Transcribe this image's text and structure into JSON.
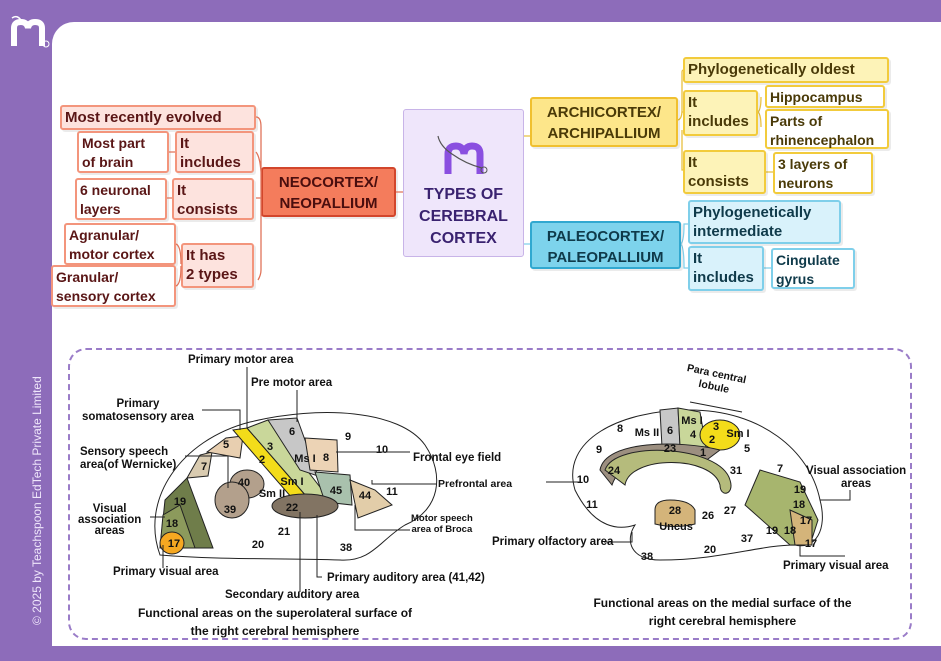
{
  "copyright": "© 2025 by Teachspoon EdTech Private Limited",
  "brand_logo": "m",
  "center": {
    "title_lines": [
      "TYPES OF",
      "CEREBRAL",
      "CORTEX"
    ]
  },
  "neocortex": {
    "title_lines": [
      "NEOCORTEX/",
      "NEOPALLIUM"
    ],
    "color": "#f47c5c",
    "items": {
      "evolved": "Most recently evolved",
      "includes": [
        "It",
        "includes"
      ],
      "includes_value": [
        "Most part",
        "of brain"
      ],
      "consists": [
        "It",
        "consists"
      ],
      "consists_value": [
        "6 neuronal",
        "layers"
      ],
      "types": [
        "It has",
        "2 types"
      ],
      "type1": [
        "Agranular/",
        "motor cortex"
      ],
      "type2": [
        "Granular/",
        "sensory cortex"
      ]
    }
  },
  "archicortex": {
    "title_lines": [
      "ARCHICORTEX/",
      "ARCHIPALLIUM"
    ],
    "color": "#fde68a",
    "items": {
      "oldest": "Phylogenetically oldest",
      "includes": [
        "It",
        "includes"
      ],
      "inc1": "Hippocampus",
      "inc2": [
        "Parts of",
        "rhinencephalon"
      ],
      "consists": [
        "It",
        "consists"
      ],
      "consists_value": [
        "3 layers of",
        "neurons"
      ]
    }
  },
  "paleocortex": {
    "title_lines": [
      "PALEOCORTEX/",
      "PALEOPALLIUM"
    ],
    "color": "#7dd3ec",
    "items": {
      "intermediate": [
        "Phylogenetically",
        "intermediate"
      ],
      "includes": [
        "It",
        "includes"
      ],
      "inc1": [
        "Cingulate",
        "gyrus"
      ]
    }
  },
  "lateral": {
    "labels": {
      "primary_motor": "Primary motor area",
      "pre_motor": "Pre motor area",
      "somatosensory": [
        "Primary",
        "somatosensory area"
      ],
      "wernicke": [
        "Sensory speech",
        "area(of Wernicke)"
      ],
      "visual_assoc": [
        "Visual",
        "association",
        "areas"
      ],
      "primary_visual": "Primary visual area",
      "secondary_auditory": "Secondary auditory area",
      "primary_auditory": "Primary auditory area (41,42)",
      "frontal_eye": "Frontal eye field",
      "prefrontal": "Prefrontal area",
      "broca": [
        "Motor speech",
        "area of Broca"
      ]
    },
    "numbers": [
      "5",
      "7",
      "3",
      "2",
      "Ms I",
      "Sm I",
      "Sm II",
      "6",
      "9",
      "10",
      "8",
      "40",
      "39",
      "45",
      "44",
      "11",
      "22",
      "21",
      "20",
      "38",
      "19",
      "18",
      "17"
    ],
    "caption": [
      "Functional areas on the superolateral surface of",
      "the right cerebral hemisphere"
    ]
  },
  "medial": {
    "labels": {
      "paracentral": [
        "Para central",
        "lobule"
      ],
      "visual_assoc": [
        "Visual association",
        "areas"
      ],
      "primary_visual": "Primary visual area",
      "olfactory": "Primary olfactory area"
    },
    "numbers": [
      "8",
      "Ms II",
      "6",
      "Ms I",
      "4",
      "3",
      "2",
      "1",
      "Sm I",
      "5",
      "23",
      "9",
      "24",
      "31",
      "7",
      "10",
      "11",
      "28",
      "Uncus",
      "26",
      "27",
      "19",
      "18",
      "17",
      "37",
      "19",
      "18",
      "17",
      "20",
      "38"
    ],
    "caption": [
      "Functional areas on the medial surface of the",
      "right cerebral hemisphere"
    ]
  }
}
